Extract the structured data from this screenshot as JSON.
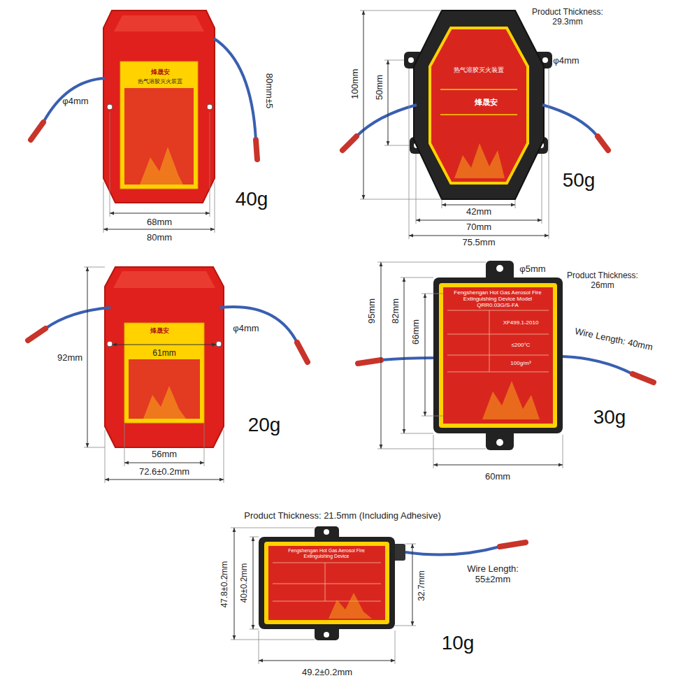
{
  "diagram": {
    "labels": [
      "Product Thickness: 29.3mm",
      "φ4mm",
      "80mm±5",
      "68mm",
      "80mm",
      "40g",
      "烽晟安",
      "热气溶胶灭火装置",
      "φ4mm",
      "100mm",
      "50mm",
      "42mm",
      "70mm",
      "75.5mm",
      "50g",
      "热气溶胶灭火装置",
      "烽晟安",
      "92mm",
      "烽晟安",
      "61mm",
      "φ4mm",
      "56mm",
      "72.6±0.2mm",
      "20g",
      "φ5mm",
      "Product Thickness: 26mm",
      "Fengshengan Hot Gas Aerosol Fire Extinguishing Device Model QRR0.03G/S-FA",
      "XF499.1-2010",
      "≤200°C",
      "100g/m³",
      "95mm",
      "82mm",
      "66mm",
      "Wire Length: 40mm",
      "30g",
      "60mm",
      "Product Thickness: 21.5mm (Including Adhesive)",
      "Fengshengan Hot Gas Aerosol Fire Extinguishing Device",
      "47.8±0.2mm",
      "40±0.2mm",
      "32.7mm",
      "Wire Length: 55±2mm",
      "49.2±0.2mm",
      "10g"
    ]
  }
}
